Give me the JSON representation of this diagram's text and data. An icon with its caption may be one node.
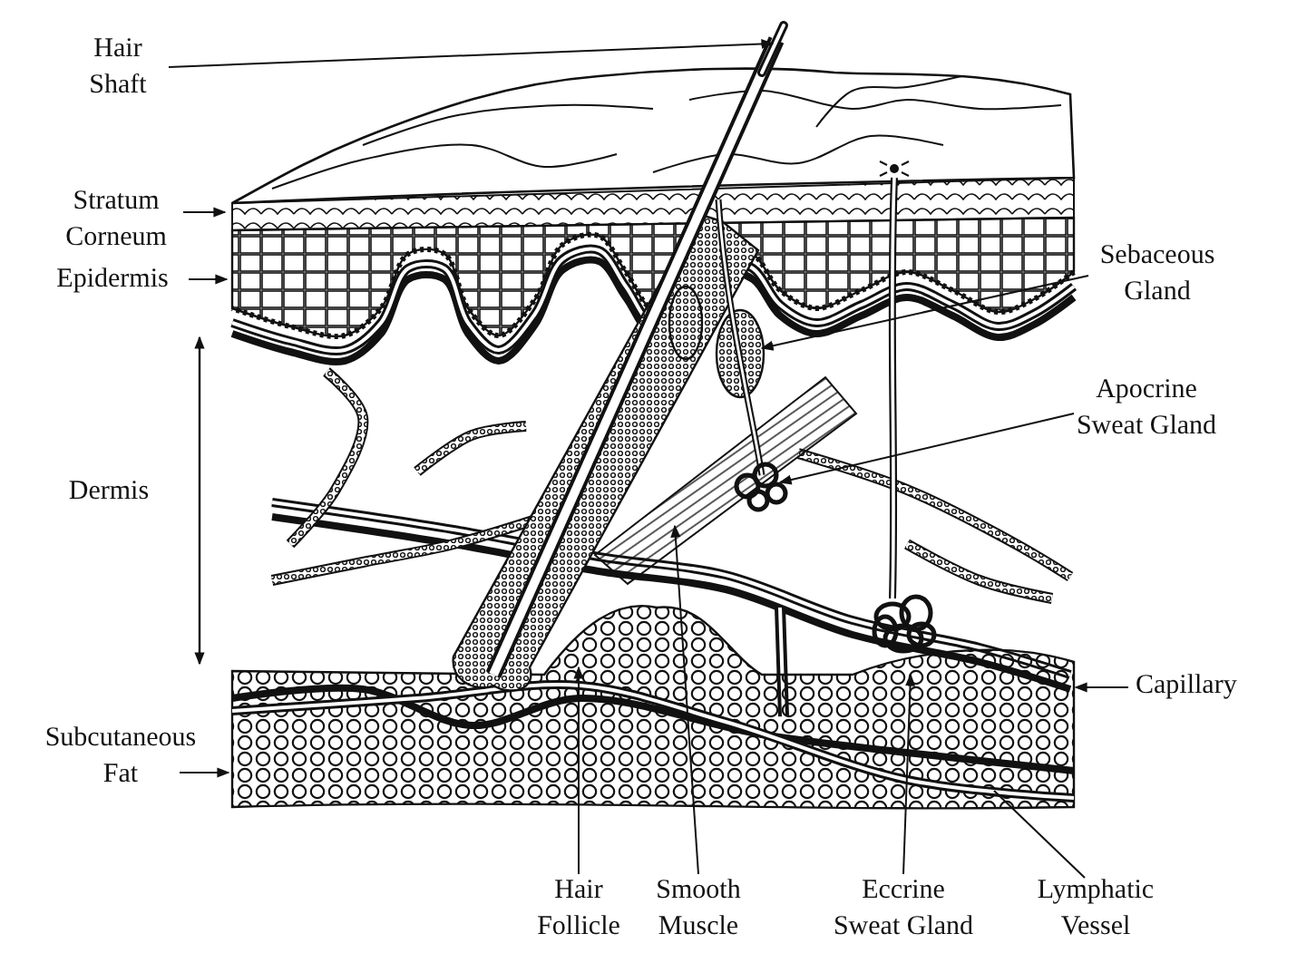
{
  "diagram": {
    "nodes": [
      {
        "text": [
          "Hair Shaft"
        ]
      },
      {
        "text": [
          "Stratum Corneum"
        ]
      },
      {
        "text": [
          "Epidermis"
        ]
      },
      {
        "text": [
          "Sebaceous Gland"
        ]
      },
      {
        "text": [
          "Apocrine Sweat Gland"
        ]
      },
      {
        "text": [
          "Capillary"
        ]
      },
      {
        "text": [
          "Subcutaneous Fat"
        ]
      },
      {
        "text": [
          "Hair Follicle"
        ]
      },
      {
        "text": [
          "Smooth Muscle"
        ]
      },
      {
        "text": [
          "Eccrine Sweat Gland"
        ]
      },
      {
        "text": [
          "Lymphatic Vessel"
        ]
      }
    ],
    "edges": [
      {
        "from": 0,
        "to": null,
        "arrow": "to"
      },
      {
        "from": 1,
        "to": null,
        "arrow": "to"
      },
      {
        "from": 2,
        "to": null,
        "arrow": "to"
      },
      {
        "from": 3,
        "to": null,
        "arrow": "to"
      },
      {
        "from": 4,
        "to": null,
        "arrow": "to"
      },
      {
        "from": 5,
        "to": null,
        "arrow": "to"
      },
      {
        "from": 6,
        "to": null,
        "arrow": "to"
      },
      {
        "from": 7,
        "to": null,
        "arrow": "to"
      },
      {
        "from": 8,
        "to": null,
        "arrow": "to"
      },
      {
        "from": 9,
        "to": null,
        "arrow": "to"
      },
      {
        "from": 10,
        "to": null,
        "arrow": "none"
      }
    ],
    "labels": [
      "Dermis"
    ]
  }
}
